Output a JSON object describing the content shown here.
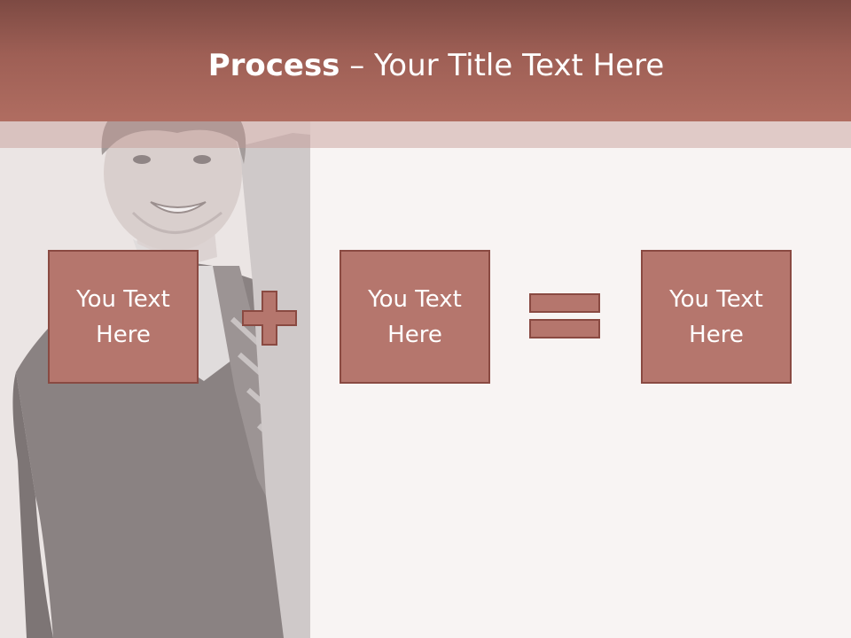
{
  "title": {
    "bold": "Process",
    "rest": " – Your Title Text Here"
  },
  "boxes": [
    {
      "label": "You Text Here"
    },
    {
      "label": "You Text Here"
    },
    {
      "label": "You Text Here"
    }
  ],
  "operators": [
    "plus-icon",
    "equals-icon"
  ],
  "colors": {
    "header": "#a2625a",
    "box_fill": "#b5766d",
    "box_border": "#8a4a42",
    "background": "#f8f4f3"
  }
}
